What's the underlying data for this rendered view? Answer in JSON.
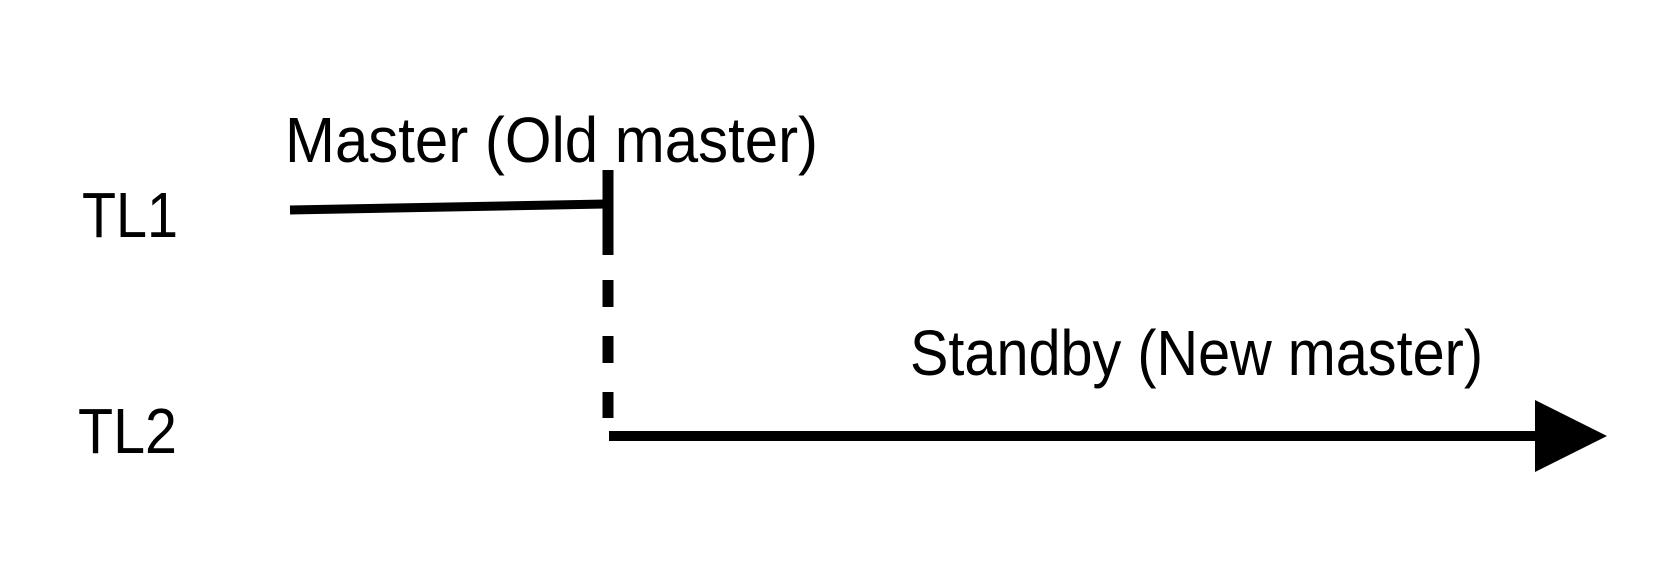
{
  "diagram": {
    "colors": {
      "background": "#ffffff",
      "ink": "#000000"
    },
    "timelines": [
      {
        "label": "TL1",
        "annotation": "Master (Old master)"
      },
      {
        "label": "TL2",
        "annotation": "Standby (New master)"
      }
    ]
  }
}
